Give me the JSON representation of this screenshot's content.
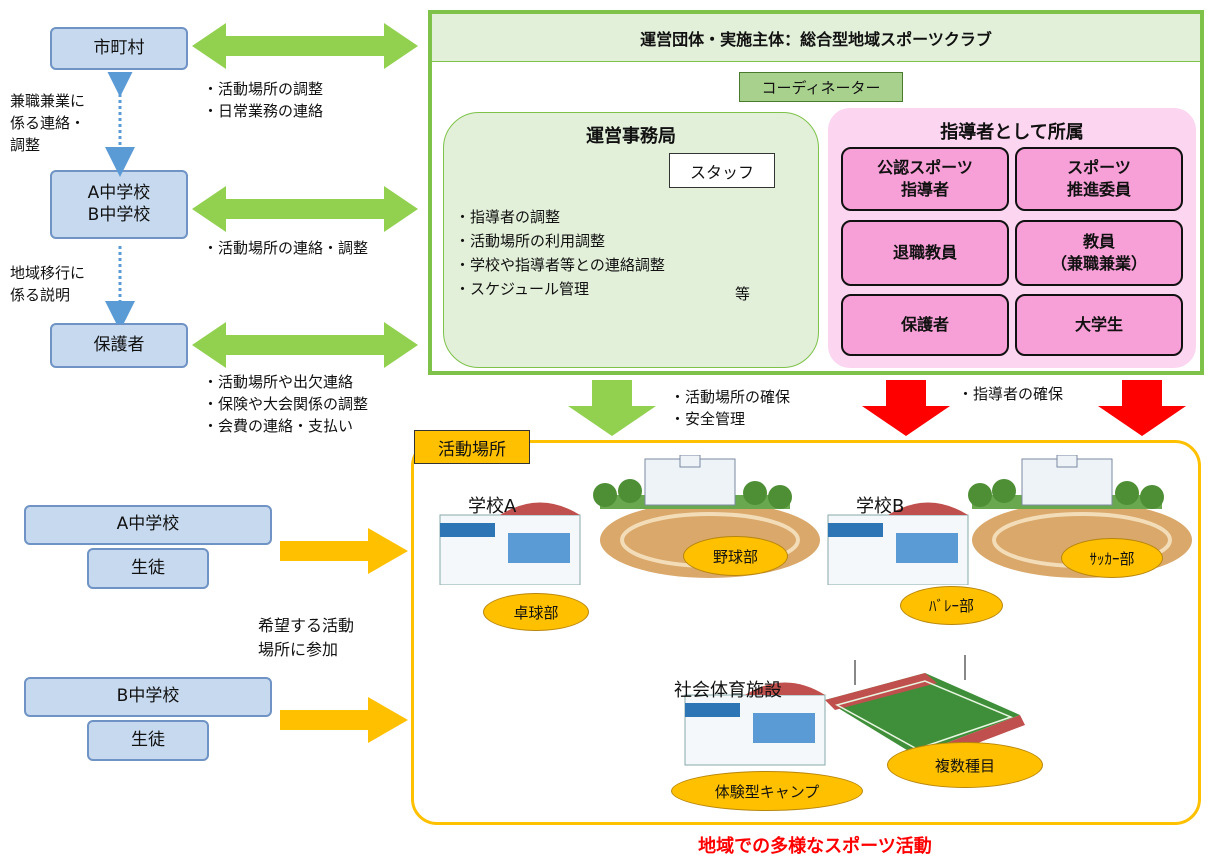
{
  "left": {
    "city": "市町村",
    "schools_ab": "A中学校\nB中学校",
    "guardians": "保護者",
    "side_note_1": "兼職兼業に\n係る連絡・\n調整",
    "side_note_2": "地域移行に\n係る説明",
    "arrow_note_city": "・活動場所の調整\n・日常業務の連絡",
    "arrow_note_school": "・活動場所の連絡・調整",
    "arrow_note_guardians": "・活動場所や出欠連絡\n・保険や大会関係の調整\n・会費の連絡・支払い",
    "student_a_school": "A中学校",
    "student_a": "生徒",
    "student_b_school": "B中学校",
    "student_b": "生徒",
    "participate_note": "希望する活動\n場所に参加"
  },
  "club": {
    "title": "運営団体・実施主体：総合型地域スポーツクラブ",
    "coordinator": "コーディネーター",
    "office_title": "運営事務局",
    "staff": "スタッフ",
    "office_tasks": "・指導者の調整\n・活動場所の利用調整\n・学校や指導者等との連絡調整\n・スケジュール管理",
    "office_etc": "等",
    "instructors_title": "指導者として所属",
    "instructors": [
      "公認スポーツ\n指導者",
      "スポーツ\n推進委員",
      "退職教員",
      "教員\n（兼職兼業）",
      "保護者",
      "大学生"
    ]
  },
  "flows": {
    "secure_place": "・活動場所の確保\n・安全管理",
    "secure_instructors": "・指導者の確保"
  },
  "venues": {
    "label": "活動場所",
    "school_a": "学校A",
    "school_b": "学校B",
    "facility": "社会体育施設",
    "clubs": {
      "baseball": "野球部",
      "table_tennis": "卓球部",
      "soccer": "ｻｯｶｰ部",
      "volleyball": "ﾊﾞﾚｰ部",
      "camp": "体験型キャンプ",
      "multi": "複数種目"
    }
  },
  "caption": "地域での多様なスポーツ活動",
  "colors": {
    "blue_box": "#c6d9ef",
    "green_arrow": "#92d050",
    "club_border": "#7ec24a",
    "pink": "#f79fd7",
    "orange": "#ffc000",
    "red": "#ff0000"
  }
}
